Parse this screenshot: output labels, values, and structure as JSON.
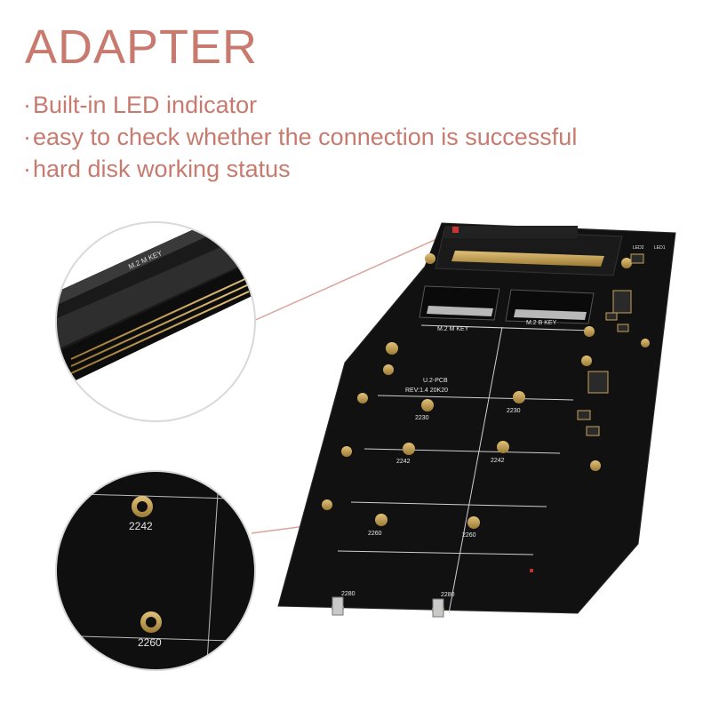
{
  "header": {
    "title": "ADAPTER",
    "bullet_marker": "·",
    "features": [
      "Built-in LED indicator",
      "easy to check whether the connection is successful",
      "hard disk working status"
    ]
  },
  "board": {
    "slot_labels": [
      "M.2 M KEY",
      "M.2 B KEY"
    ],
    "model": "U.2-PCB",
    "revision": "REV:1.4   20K20",
    "size_labels_left": [
      "2230",
      "2242",
      "2260",
      "2280"
    ],
    "size_labels_right": [
      "2230",
      "2242",
      "2260",
      "2280"
    ],
    "led_labels": [
      "LED2",
      "LED1"
    ]
  },
  "zoom_top": {
    "slot_label": "M.2 M KEY"
  },
  "zoom_bottom": {
    "labels": [
      "2242",
      "2260"
    ]
  },
  "colors": {
    "accent_text": "#c97a6f",
    "pcb": "#111111",
    "gold": "#c8a45a",
    "callout_line": "#d9a39a"
  }
}
